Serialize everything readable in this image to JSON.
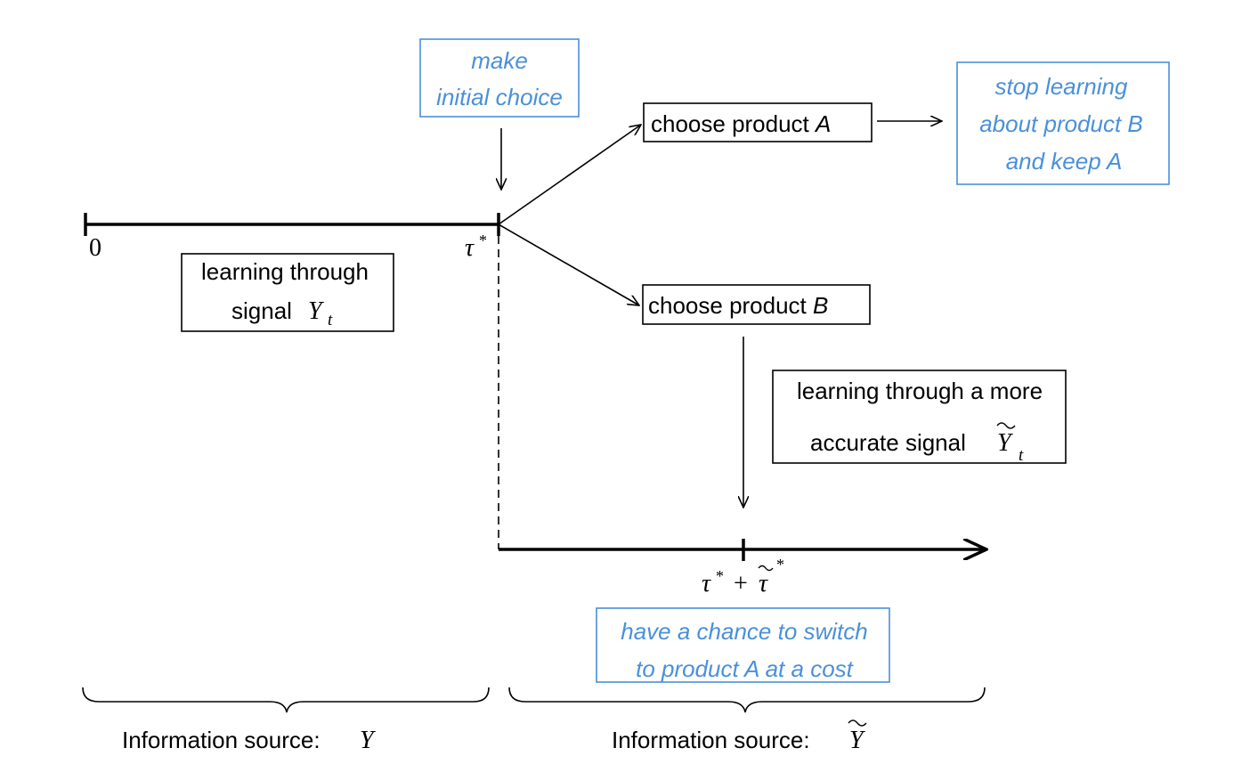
{
  "boxes": {
    "make_choice": [
      "make",
      "initial choice"
    ],
    "choose_a": {
      "text": "choose product ",
      "var": "A"
    },
    "choose_b": {
      "text": "choose product ",
      "var": "B"
    },
    "stop_learning": [
      "stop learning",
      "about product B",
      "and keep A"
    ],
    "learning_y": {
      "line1": "learning through",
      "line2": "signal ",
      "sym": "Y",
      "sub": "t"
    },
    "learning_ytilde": {
      "line1": "learning through a more",
      "line2": "accurate signal ",
      "sym": "Y",
      "sub": "t"
    },
    "switch": [
      "have a chance to switch",
      "to product A at a cost"
    ]
  },
  "axis": {
    "origin": "0",
    "tau": "τ",
    "star": "*",
    "plus": "+",
    "tilde_tau": "τ"
  },
  "braces": {
    "left_label": "Information source: ",
    "left_sym": "Y",
    "right_label": "Information source: ",
    "right_sym": "Y"
  },
  "colors": {
    "accent": "#4a90d9",
    "line": "#000000"
  }
}
